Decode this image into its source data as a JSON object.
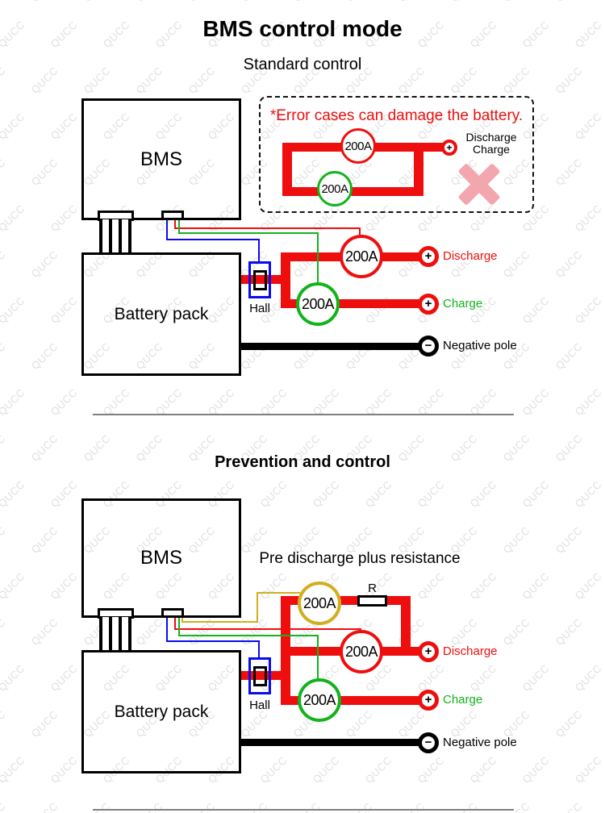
{
  "title": "BMS control mode",
  "watermark": {
    "text": "QUCC",
    "color": "#e0e0e0"
  },
  "colors": {
    "red": "#ee0e0e",
    "green": "#12b31c",
    "blue": "#0a0aee",
    "yellow": "#d2ae1c",
    "pink": "#f3a6ad",
    "wm": "#e0e0e0",
    "separator": "#808080"
  },
  "sections": {
    "standard": {
      "heading": "Standard control",
      "bms_label": "BMS",
      "battery_label": "Battery pack",
      "hall_label": "Hall",
      "breaker_discharge": "200A",
      "breaker_charge": "200A",
      "terminals": {
        "discharge": {
          "symbol": "+",
          "label": "Discharge"
        },
        "charge": {
          "symbol": "+",
          "label": "Charge"
        },
        "negative": {
          "symbol": "−",
          "label": "Negative pole"
        }
      },
      "error_box": {
        "warning": "*Error cases can damage the battery.",
        "breaker_top": "200A",
        "breaker_bottom": "200A",
        "terminal_symbol": "+",
        "label_line1": "Discharge",
        "label_line2": "Charge"
      }
    },
    "prevention": {
      "heading": "Prevention and control",
      "note": "Pre discharge plus resistance",
      "bms_label": "BMS",
      "battery_label": "Battery pack",
      "hall_label": "Hall",
      "resistor_label": "R",
      "breaker_pre": "200A",
      "breaker_discharge": "200A",
      "breaker_charge": "200A",
      "terminals": {
        "discharge": {
          "symbol": "+",
          "label": "Discharge"
        },
        "charge": {
          "symbol": "+",
          "label": "Charge"
        },
        "negative": {
          "symbol": "−",
          "label": "Negative pole"
        }
      }
    }
  }
}
